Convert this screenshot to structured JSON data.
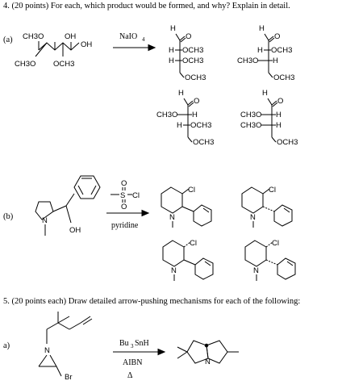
{
  "q4": {
    "header": "4.  (20 points) For each, which product would be formed, and why? Explain in detail.",
    "part_a": {
      "label": "(a)",
      "reagent": "NaIO",
      "reagent_sub": "4",
      "substrate": {
        "g1": "CH3O",
        "g2": "OH",
        "g3": "OH",
        "g4": "CH3O",
        "g5": "OCH3"
      },
      "products": [
        {
          "top": "H",
          "o": "O",
          "r1": "H",
          "r1b": "OCH3",
          "r2": "H",
          "r2b": "OCH3",
          "bot": "OCH3"
        },
        {
          "top": "H",
          "o": "O",
          "r1": "H",
          "r1b": "OCH3",
          "r2": "CH3O",
          "r2b": "H",
          "bot": "OCH3"
        },
        {
          "top": "H",
          "o": "O",
          "r1": "CH3O",
          "r1b": "H",
          "r2": "H",
          "r2b": "OCH3",
          "bot": "OCH3"
        },
        {
          "top": "H",
          "o": "O",
          "r1": "CH3O",
          "r1b": "H",
          "r2": "CH3O",
          "r2b": "H",
          "bot": "OCH3"
        }
      ]
    },
    "part_b": {
      "label": "(b)",
      "reagent_s": "S",
      "reagent_o": "O",
      "reagent_cl": "Cl",
      "reagent_below": "pyridine",
      "substrate": {
        "n": "N",
        "oh": "OH"
      },
      "products": [
        {
          "cl": "Cl",
          "n": "N"
        },
        {
          "cl": "Cl",
          "n": "N"
        },
        {
          "cl": "Cl",
          "n": "N"
        },
        {
          "cl": "Cl",
          "n": "N"
        }
      ]
    }
  },
  "q5": {
    "header": "5.  (20 points each)  Draw detailed arrow-pushing mechanisms for each of the following:",
    "part_a": {
      "label": "a)",
      "reagent_top": "Bu",
      "reagent_top_sub": "3",
      "reagent_top_rest": "SnH",
      "reagent_mid": "AIBN",
      "reagent_bot": "Δ",
      "substrate": {
        "n": "N",
        "br": "Br"
      },
      "product": {
        "n": "N"
      }
    }
  }
}
